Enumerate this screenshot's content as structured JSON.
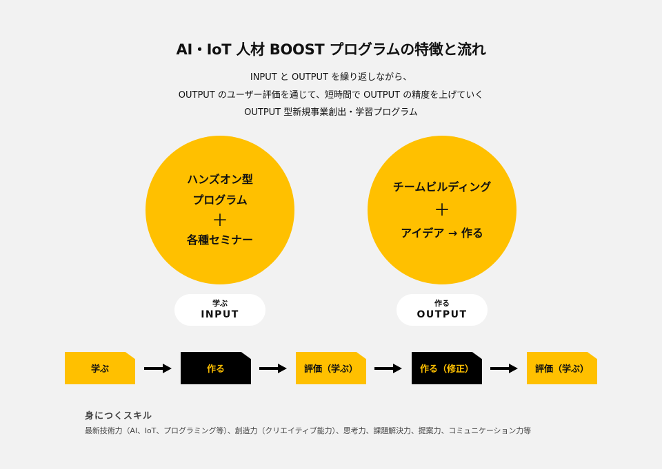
{
  "header": {
    "title": "AI・IoT 人材 BOOST プログラムの特徴と流れ",
    "subtitle_lines": [
      "INPUT と OUTPUT を繰り返しながら、",
      "OUTPUT のユーザー評価を通じて、短時間で OUTPUT の精度を上げていく",
      "OUTPUT 型新規事業創出・学習プログラム"
    ]
  },
  "circles": {
    "left": {
      "lines": [
        "ハンズオン型",
        "プログラム"
      ],
      "plus": "＋",
      "after": "各種セミナー"
    },
    "right": {
      "lines": [
        "チームビルディング"
      ],
      "plus": "＋",
      "after": "アイデア → 作る"
    }
  },
  "pills": {
    "left": {
      "small": "学ぶ",
      "big": "INPUT"
    },
    "right": {
      "small": "作る",
      "big": "OUTPUT"
    }
  },
  "flow": {
    "steps": [
      {
        "label": "学ぶ",
        "style": "yellow"
      },
      {
        "label": "作る",
        "style": "black"
      },
      {
        "label": "評価（学ぶ）",
        "style": "yellow"
      },
      {
        "label": "作る（修正）",
        "style": "black"
      },
      {
        "label": "評価（学ぶ）",
        "style": "yellow"
      }
    ],
    "arrow_icon": "right-arrow-icon"
  },
  "skills": {
    "title": "身につくスキル",
    "text": "最新技術力（AI、IoT、プログラミング等）、創造力（クリエイティブ能力）、思考力、課題解決力、提案力、コミュニケーション力等"
  },
  "colors": {
    "background": "#f2f2f2",
    "accent_yellow": "#ffc000",
    "black": "#000000",
    "white": "#ffffff",
    "text": "#111111",
    "muted_text": "#444444"
  }
}
